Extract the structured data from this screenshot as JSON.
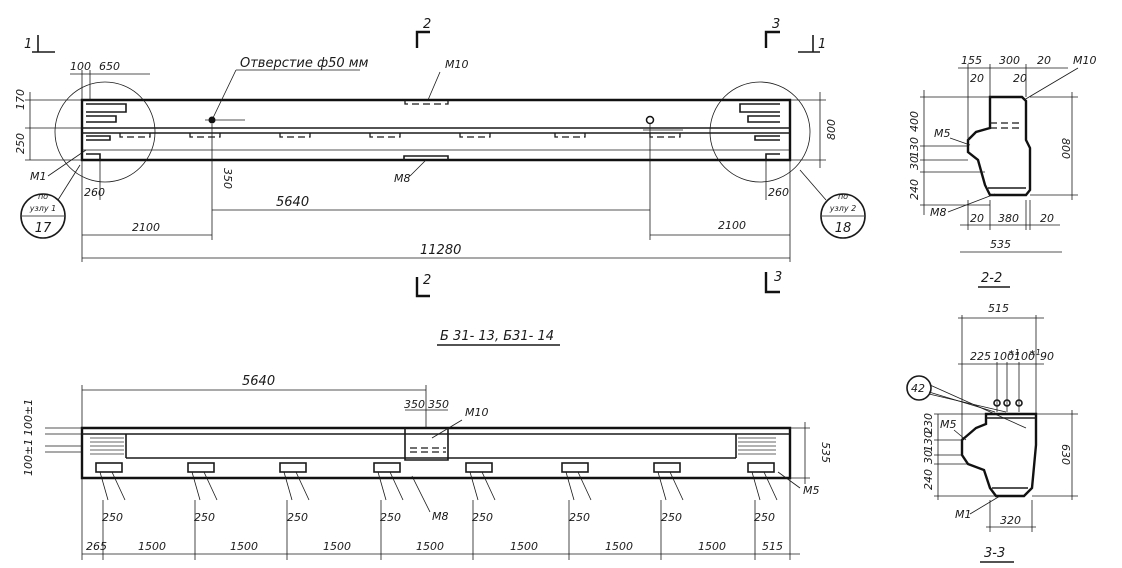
{
  "view_title": "Б 31- 13, Б31- 14",
  "hole_note": "Отверстие ф50 мм",
  "section_2": "2-2",
  "section_3": "3-3",
  "cut_1": "1",
  "cut_2": "2",
  "cut_3": "3",
  "node_ref_1": {
    "line1": "по",
    "line2": "узлу 1",
    "num": "17"
  },
  "node_ref_2": {
    "line1": "по",
    "line2": "узлу 2",
    "num": "18"
  },
  "marks": {
    "m1": "М1",
    "m5": "М5",
    "m8": "М8",
    "m10": "М10",
    "n42": "42"
  },
  "top_view_dims": {
    "d100": "100",
    "d650": "650",
    "d170": "170",
    "d250": "250",
    "d800": "800",
    "d350": "350",
    "d260a": "260",
    "d260b": "260",
    "d5640": "5640",
    "d2100a": "2100",
    "d2100b": "2100",
    "d11280": "11280"
  },
  "plan_view_dims": {
    "d5640": "5640",
    "d350a": "350",
    "d350b": "350",
    "d100top": "100±1",
    "d100bot": "100±1",
    "d535": "535",
    "d250": [
      "250",
      "250",
      "250",
      "250",
      "250",
      "250",
      "250",
      "250"
    ],
    "d265": "265",
    "d1500": [
      "1500",
      "1500",
      "1500",
      "1500",
      "1500",
      "1500",
      "1500"
    ],
    "d515": "515"
  },
  "sec22_dims": {
    "d155": "155",
    "d300": "300",
    "d20a": "20",
    "d20b": "20",
    "d20c": "20",
    "d400": "400",
    "d130a": "130",
    "d30": "30",
    "d240": "240",
    "d800": "800",
    "d20d": "20",
    "d380": "380",
    "d20e": "20",
    "d535": "535"
  },
  "sec33_dims": {
    "d515": "515",
    "d225": "225",
    "d100a": "100",
    "d100b": "100",
    "d90": "90",
    "s1": "±1",
    "s2": "±1",
    "d230": "230",
    "d130": "130",
    "d30": "30",
    "d240": "240",
    "d630": "630",
    "d320": "320"
  }
}
